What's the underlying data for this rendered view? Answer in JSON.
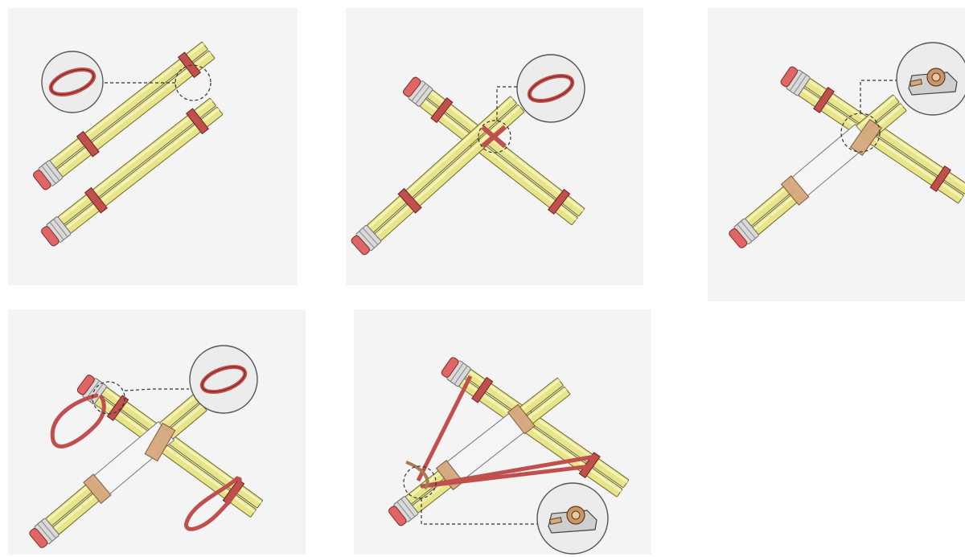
{
  "steps": [
    {
      "name": "step-1",
      "callout": "rubber-band-icon"
    },
    {
      "name": "step-2",
      "callout": "rubber-band-icon"
    },
    {
      "name": "step-3",
      "callout": "tape-dispenser-icon"
    },
    {
      "name": "step-4",
      "callout": "rubber-band-icon"
    },
    {
      "name": "step-5",
      "callout": "tape-dispenser-icon"
    }
  ],
  "colors": {
    "pencil": "#e8e48a",
    "rubber_band": "#c0504d",
    "eraser": "#e06666",
    "tape": "#d6a87e"
  }
}
